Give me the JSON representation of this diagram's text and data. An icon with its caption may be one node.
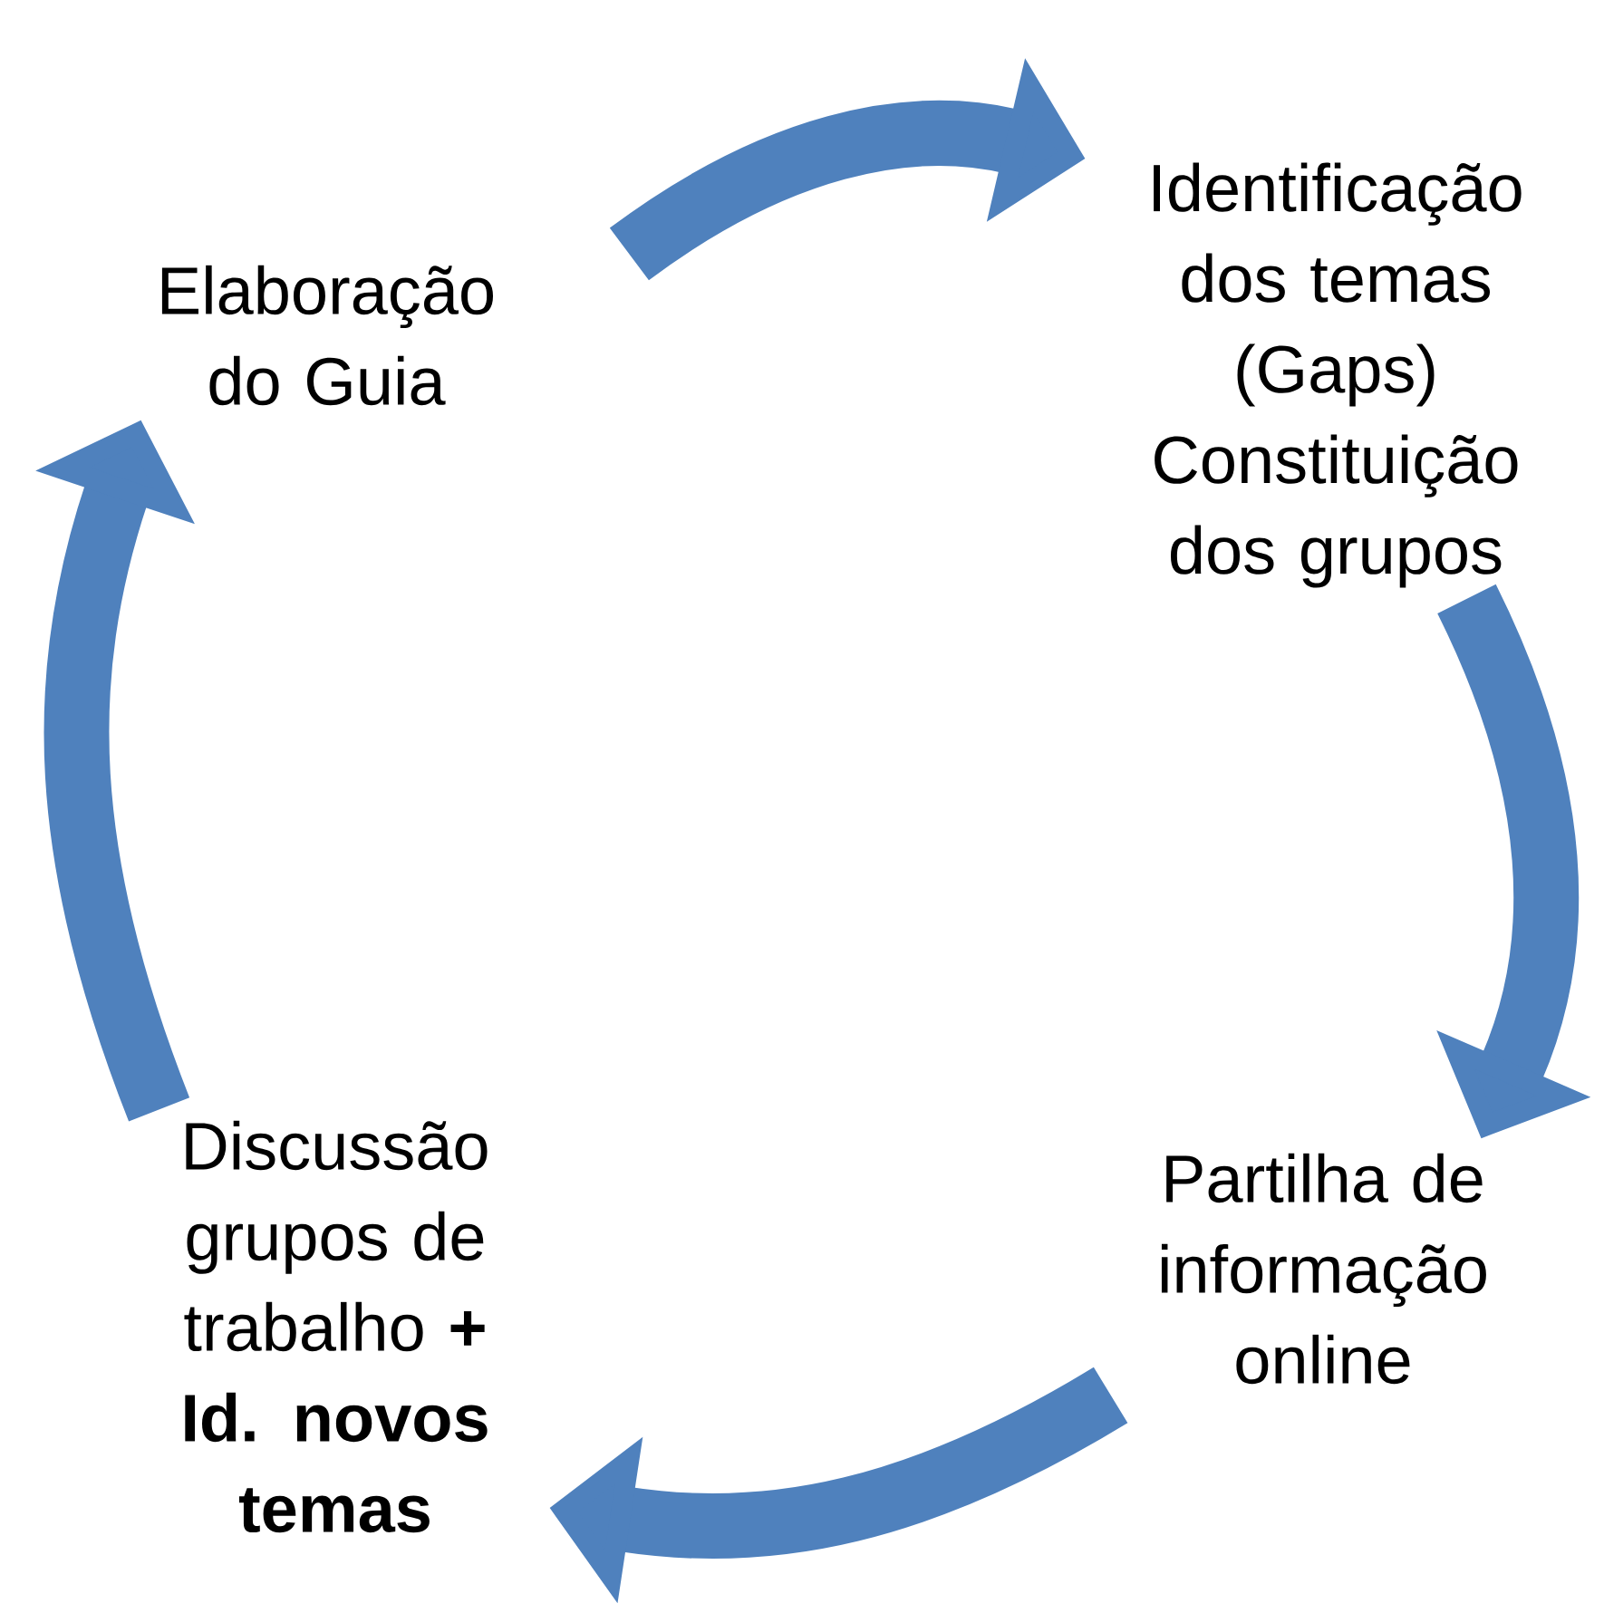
{
  "diagram": {
    "nodes": [
      {
        "text": [
          "Elaboração do Guia"
        ]
      },
      {
        "text": [
          "Identificação dos temas (Gaps) Constituição dos grupos"
        ]
      },
      {
        "text": [
          "Partilha de informação online"
        ]
      },
      {
        "text": [
          "Discussão grupos de trabalho **+ Id. novos temas**"
        ]
      }
    ],
    "edges": [
      {
        "from": 0,
        "to": 1,
        "arrow": "to"
      },
      {
        "from": 1,
        "to": 2,
        "arrow": "to"
      },
      {
        "from": 2,
        "to": 3,
        "arrow": "to"
      },
      {
        "from": 3,
        "to": 0,
        "arrow": "to"
      }
    ]
  }
}
